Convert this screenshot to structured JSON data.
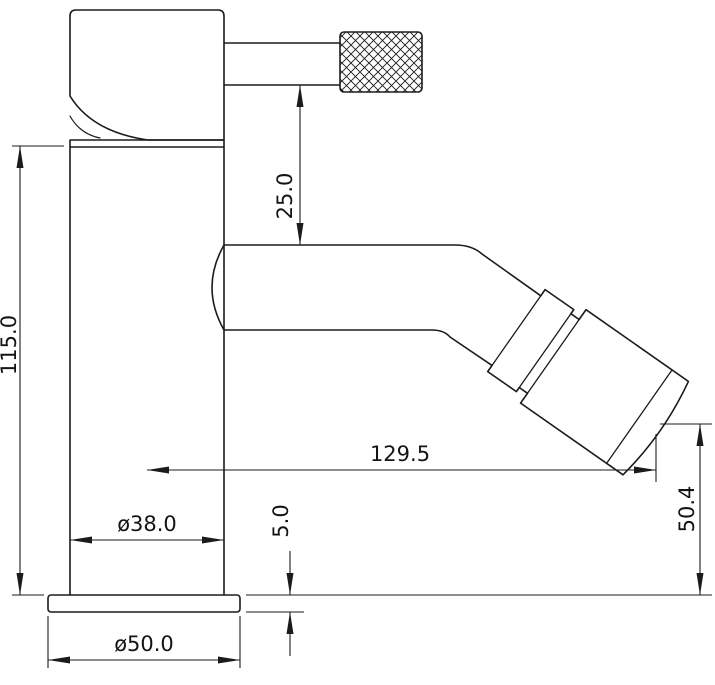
{
  "drawing": {
    "colors": {
      "background": "#ffffff",
      "line": "#1b1b1b"
    },
    "dimensions": {
      "overall_height": "115.0",
      "deck_to_spout": "25.0",
      "reach": "129.5",
      "outlet_height": "50.4",
      "base_thickness": "5.0",
      "body_diameter": "ø38.0",
      "base_diameter": "ø50.0"
    }
  }
}
